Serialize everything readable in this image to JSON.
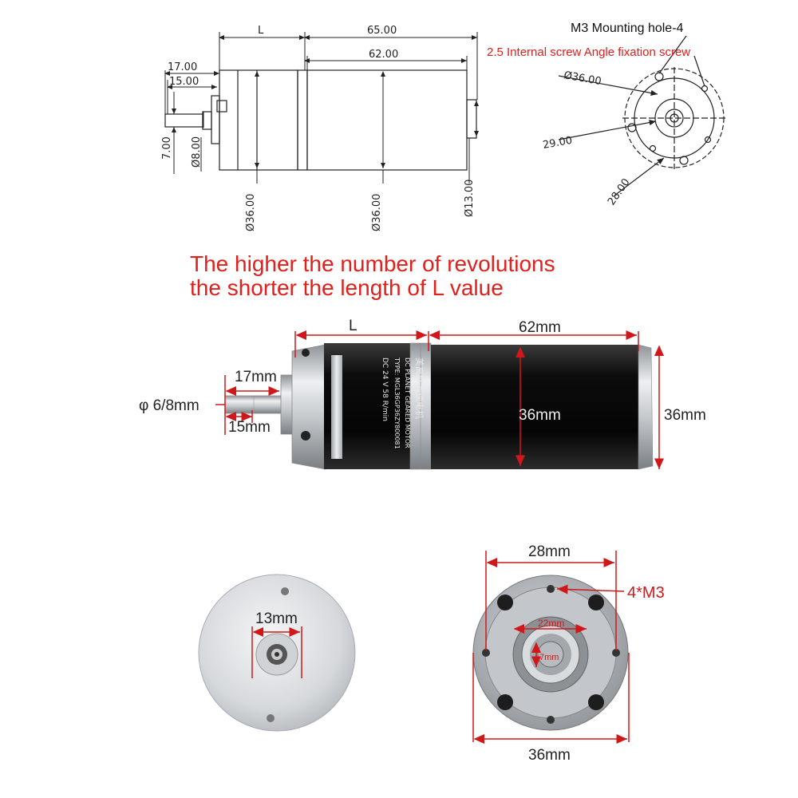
{
  "top_drawing": {
    "dim_L": "L",
    "dim_65": "65.00",
    "dim_62": "62.00",
    "dim_17": "17.00",
    "dim_15": "15.00",
    "dim_7": "7.00",
    "dim_d8": "Ø8.00",
    "dim_d36_a": "Ø36.00",
    "dim_d36_b": "Ø36.00",
    "dim_d13": "Ø13.00"
  },
  "end_view": {
    "mounting_hole": "M3 Mounting hole-4",
    "internal_screw": "2.5 Internal screw Angle fixation screw",
    "dim_d36": "Ø36.00",
    "dim_29": "29.00",
    "dim_28": "28.00"
  },
  "note": {
    "line1": "The higher the number of revolutions",
    "line2": "the shorter the length of L value"
  },
  "motor_photo": {
    "dim_L": "L",
    "dim_62mm": "62mm",
    "dim_17mm": "17mm",
    "dim_15mm": "15mm",
    "dim_shaft": "φ 6/8mm",
    "dim_36mm_inner": "36mm",
    "dim_36mm_outer": "36mm",
    "label_line1": "美高联减速电机",
    "label_line2": "DC PLANET GEARED MOTOR",
    "label_line3": "TYPE: MGL36GP36ZY800081",
    "label_line4": "DC 24 V    58 R/min"
  },
  "rear_photo": {
    "dim_13mm": "13mm"
  },
  "front_photo": {
    "dim_28mm": "28mm",
    "dim_4m3": "4*M3",
    "dim_22mm": "22mm",
    "dim_7mm": "7mm",
    "dim_36mm": "36mm"
  },
  "colors": {
    "accent_red": "#e0201c",
    "motor_black": "#111111",
    "metal_silver": "#c9cccf"
  }
}
